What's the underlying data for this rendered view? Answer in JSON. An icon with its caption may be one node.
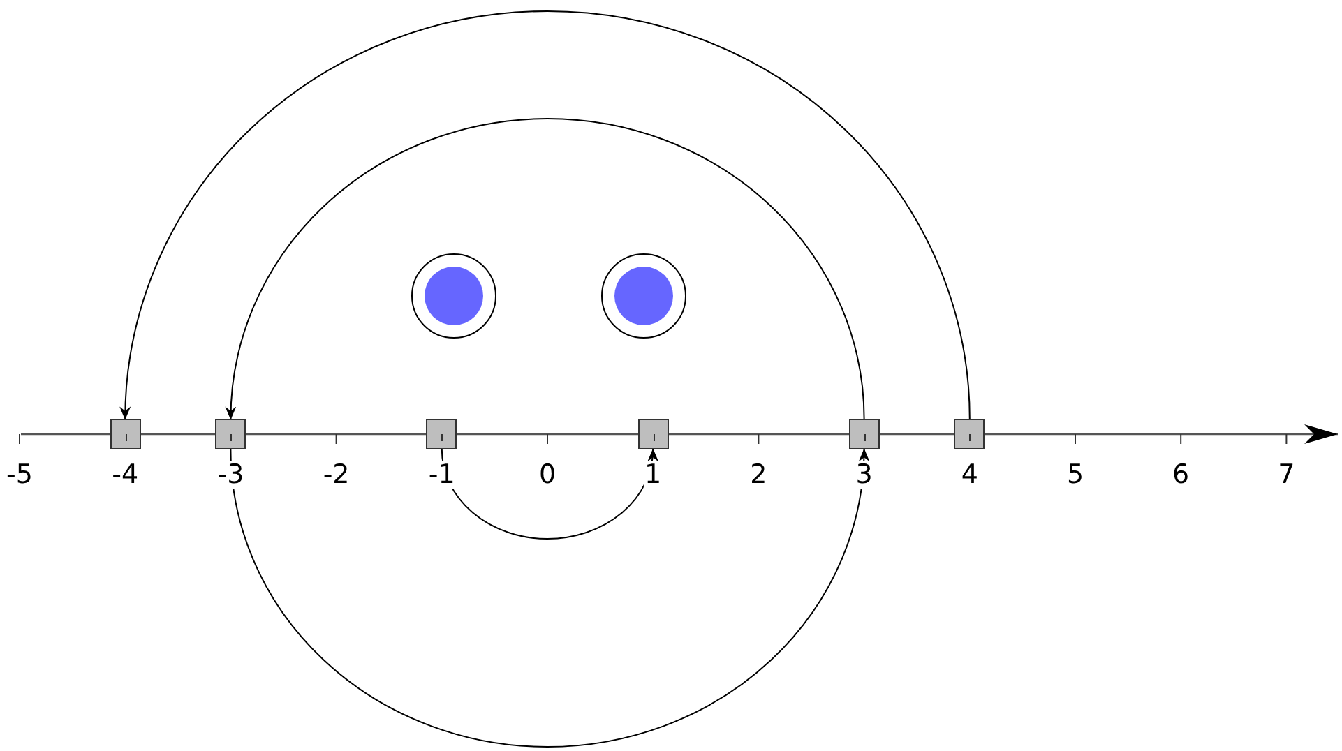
{
  "diagram": {
    "nodes": [
      {
        "text": [],
        "shape": "box"
      },
      {
        "text": [],
        "shape": "box"
      },
      {
        "text": [],
        "shape": "box"
      },
      {
        "text": [],
        "shape": "box"
      },
      {
        "text": [],
        "shape": "box"
      },
      {
        "text": [],
        "shape": "box"
      }
    ],
    "edges": [
      {
        "from": 5,
        "to": 0,
        "arrow": "to"
      },
      {
        "from": 4,
        "to": 1,
        "arrow": "to"
      },
      {
        "from": 2,
        "to": 3,
        "arrow": "to"
      },
      {
        "from": 1,
        "to": 4,
        "arrow": "to"
      }
    ],
    "labels": [
      "-5",
      "-4",
      "-3",
      "-2",
      "-1",
      "0",
      "1",
      "2",
      "3",
      "4",
      "5",
      "6",
      "7"
    ]
  }
}
